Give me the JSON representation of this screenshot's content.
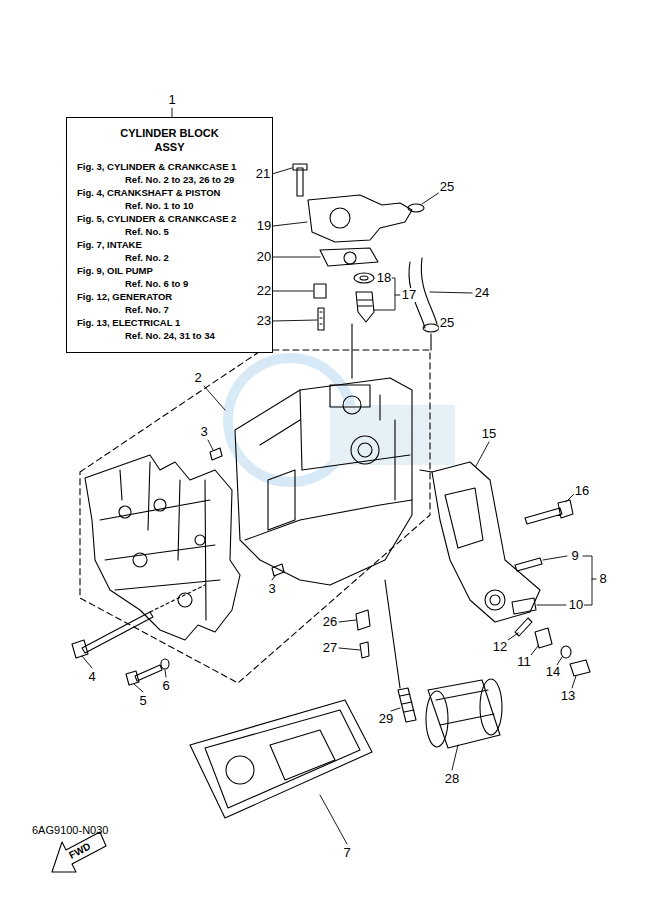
{
  "diagram": {
    "nodes": [
      {
        "text": [
          "CYLINDER BLOCK ASSY",
          "Fig. 3, CYLINDER & CRANKCASE 1",
          "Ref. No. 2 to 23, 26 to 29",
          "Fig. 4, CRANKSHAFT & PISTON",
          "Ref. No. 1 to 10",
          "Fig. 5, CYLINDER & CRANKCASE 2",
          "Ref. No. 5",
          "Fig. 7, INTAKE",
          "Ref. No. 2",
          "Fig. 9, OIL PUMP",
          "Ref. No. 6 to 9",
          "Fig. 12, GENERATOR",
          "Ref. No. 7",
          "Fig. 13, ELECTRICAL 1",
          "Ref. No. 24, 31 to 34"
        ]
      }
    ],
    "labels": [
      "1",
      "21",
      "25",
      "19",
      "18",
      "20",
      "17",
      "22",
      "24",
      "23",
      "25",
      "2",
      "3",
      "15",
      "16",
      "9",
      "8",
      "10",
      "3",
      "4",
      "5",
      "6",
      "26",
      "27",
      "12",
      "11",
      "14",
      "13",
      "29",
      "28",
      "7",
      "FWD",
      "6AG9100-N030"
    ]
  }
}
